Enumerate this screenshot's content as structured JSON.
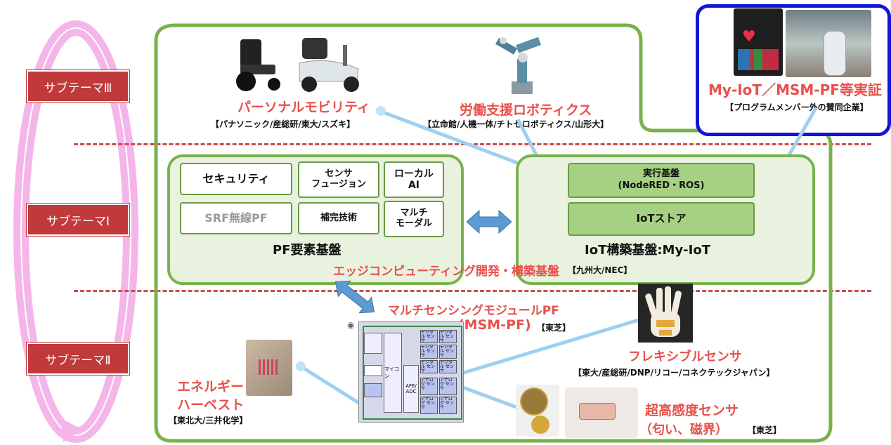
{
  "themes": {
    "t3": "サブテーマⅢ",
    "t1": "サブテーマⅠ",
    "t2": "サブテーマⅡ"
  },
  "top": {
    "mobility_title": "パーソナルモビリティ",
    "mobility_orgs": "【パナソニック/産総研/東大/スズキ】",
    "robotics_title": "労働支援ロボティクス",
    "robotics_orgs": "【立命館/人機一体/チトセロボティクス/山形大】",
    "myiot_title": "My-IoT／MSM-PF等実証",
    "myiot_orgs": "【プログラムメンバー外の賛同企業】"
  },
  "pf": {
    "security": "セキュリティ",
    "sensor_fusion_1": "センサ",
    "sensor_fusion_2": "フュージョン",
    "local_ai_1": "ローカル",
    "local_ai_2": "AI",
    "srf": "SRF無線PF",
    "hokan": "補完技術",
    "multi_modal_1": "マルチ",
    "multi_modal_2": "モーダル",
    "title": "PF要素基盤"
  },
  "iot": {
    "exec_1": "実行基盤",
    "exec_2": "(NodeRED・ROS)",
    "store": "IoTストア",
    "title": "IoT構築基盤:My-IoT"
  },
  "edge": {
    "title": "エッジコンピューティング開発・構築基盤",
    "orgs": "【九州大/NEC】"
  },
  "bottom": {
    "msm_title_1": "マルチセンシングモジュールPF",
    "msm_title_2": "(MSM-PF)",
    "msm_orgs": "【東芝】",
    "flex_title": "フレキシブルセンサ",
    "flex_orgs": "【東大/産総研/DNP/リコー/コネクテックジャパン】",
    "energy_1": "エネルギー",
    "energy_2": "ハーベスト",
    "energy_orgs": "【東北大/三井化学】",
    "super_1": "超高感度センサ",
    "super_2": "（匂い、磁界）",
    "super_orgs": "【東芝】"
  },
  "chip": {
    "mcu": "マイコン",
    "adc_1": "AFE/",
    "adc_2": "ADC",
    "sensor_digital": "デジタル センサ",
    "sensor_analog": "アナログ センサ"
  },
  "colors": {
    "green_frame": "#79b24d",
    "green_fill": "#e8f2df",
    "red_label": "#e8504a",
    "theme_red": "#c0393b",
    "blue_frame": "#1414d8",
    "arrow_blue": "#5b9bd5",
    "ring_pink": "#f4b6e8"
  }
}
